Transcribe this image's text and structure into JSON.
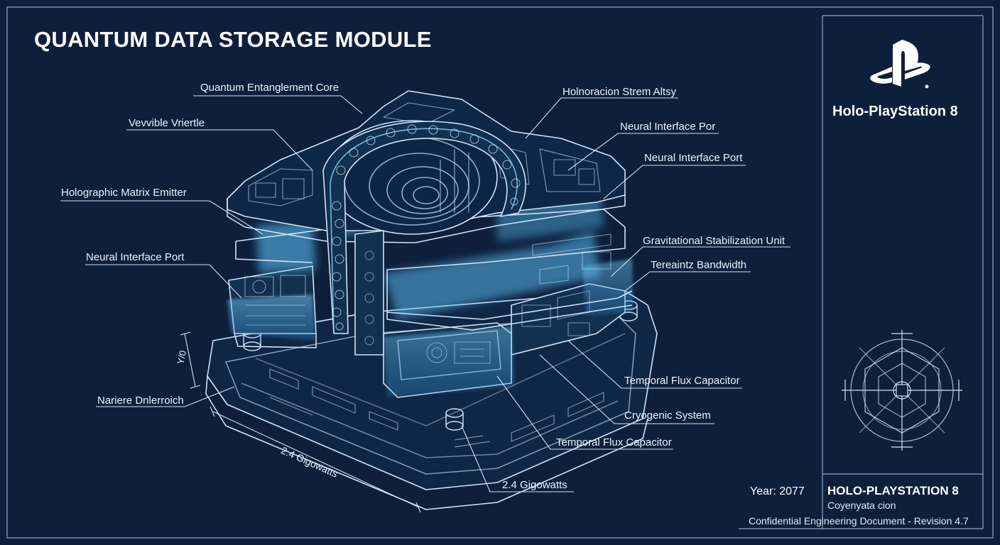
{
  "title": "QUANTUM DATA STORAGE MODULE",
  "brand": {
    "logo_icon": "playstation-logo-icon",
    "name": "Holo-PlayStation 8"
  },
  "callouts": {
    "left": [
      "Quantum Entanglement Core",
      "Vevvible Vriertle",
      "Holographic Matrix Emitter",
      "Neural Interface Port",
      "Nariere Dnlerroich"
    ],
    "right": [
      "Holnoracion Strem Altsy",
      "Neural Interface Por",
      "Neural Interface Port",
      "Gravitational Stabilization Unit",
      "Tereaintz Bandwidth",
      "Temporal Flux Capacitor",
      "Cryogenic System",
      "Temporal Flux Capacitor",
      "2.4 Gigowatts"
    ]
  },
  "dimensions": {
    "height_label": "Y/0",
    "width_label": "2.4 Gigowatts"
  },
  "title_block": {
    "year": "Year: 2077",
    "product": "HOLO-PLAYSTATION 8",
    "subtitle": "Coyenyata cion",
    "footer": "Confidential Engineering Document - Revision 4.7"
  },
  "colors": {
    "background": "#0d1f3b",
    "line": "#cfe3f7",
    "glow": "#5fc8ff"
  }
}
